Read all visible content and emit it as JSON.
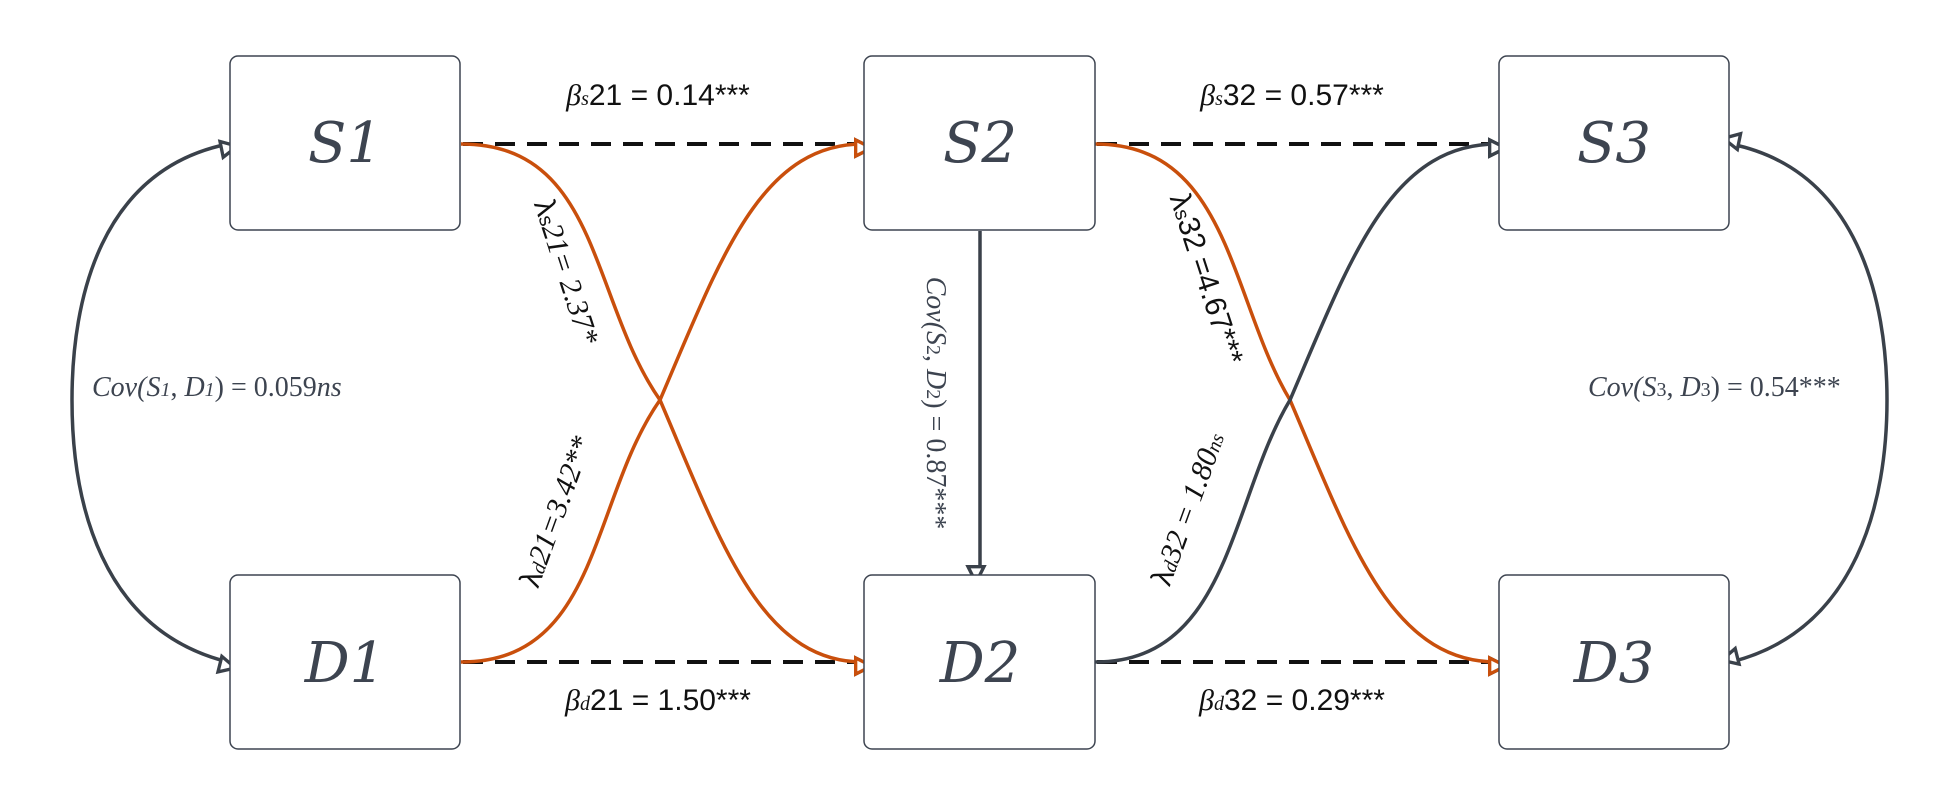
{
  "colors": {
    "cross_lag": "#c94f0c",
    "covariance": "#3a414a",
    "autoregressive": "#111111",
    "node_text": "#3d4450"
  },
  "nodes": {
    "S1": {
      "letter": "S",
      "index": "1"
    },
    "S2": {
      "letter": "S",
      "index": "2"
    },
    "S3": {
      "letter": "S",
      "index": "3"
    },
    "D1": {
      "letter": "D",
      "index": "1"
    },
    "D2": {
      "letter": "D",
      "index": "2"
    },
    "D3": {
      "letter": "D",
      "index": "3"
    }
  },
  "paths": {
    "beta_s21": {
      "sym": "β",
      "sub": "s",
      "rest": "21 = 0.14***"
    },
    "beta_s32": {
      "sym": "β",
      "sub": "s",
      "rest": "32 = 0.57***"
    },
    "beta_d21": {
      "sym": "β",
      "sub": "d",
      "rest": "21 = 1.50***"
    },
    "beta_d32": {
      "sym": "β",
      "sub": "d",
      "rest": "32 = 0.29***"
    },
    "lambda_s21": {
      "sym": "λ",
      "sub": "s",
      "rest": "21= 2.37*"
    },
    "lambda_d21": {
      "sym": "λ",
      "sub": "d",
      "rest": "21=3.42**"
    },
    "lambda_s32": {
      "sym": "λ",
      "sub": "s",
      "rest": "32 =4.67***"
    },
    "lambda_d32": {
      "sym": "λ",
      "sub": "d",
      "rest": "32 = 1.80",
      "sig": "ns"
    }
  },
  "covariances": {
    "c1": {
      "pre": "Cov(",
      "a": "S",
      "ai": "1",
      "sep": ", ",
      "b": "D",
      "bi": "1",
      "post": ") = 0.059",
      "sig": "ns"
    },
    "c2": {
      "pre": "Cov(",
      "a": "S",
      "ai": "2",
      "sep": ", ",
      "b": "D",
      "bi": "2",
      "post": ") = 0.87***"
    },
    "c3": {
      "pre": "Cov(",
      "a": "S",
      "ai": "3",
      "sep": ", ",
      "b": "D",
      "bi": "3",
      "post": ") = 0.54***"
    }
  }
}
